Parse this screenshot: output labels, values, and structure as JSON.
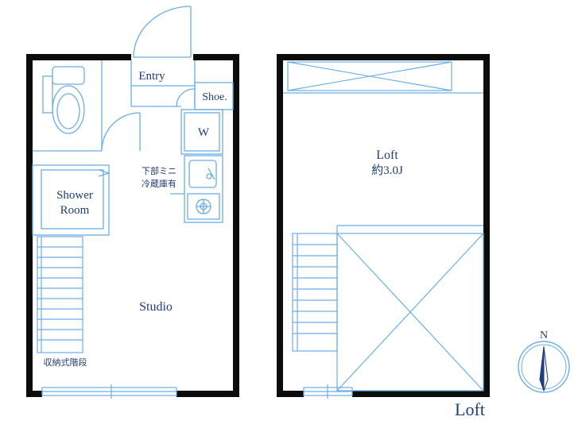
{
  "labels": {
    "entry": "Entry",
    "shoe": "Shoe.",
    "washer": "W",
    "fridge_line1": "下部ミニ",
    "fridge_line2": "冷蔵庫有",
    "shower_line1": "Shower",
    "shower_line2": "Room",
    "studio": "Studio",
    "stairs_note": "収納式階段",
    "loft_room": "Loft",
    "loft_area": "約3.0J",
    "loft_title": "Loft",
    "compass_n": "N"
  },
  "colors": {
    "wall": "#0c0c0c",
    "line": "#6aaee6",
    "fill": "#e8f3fd",
    "text": "#1f3d7a"
  }
}
